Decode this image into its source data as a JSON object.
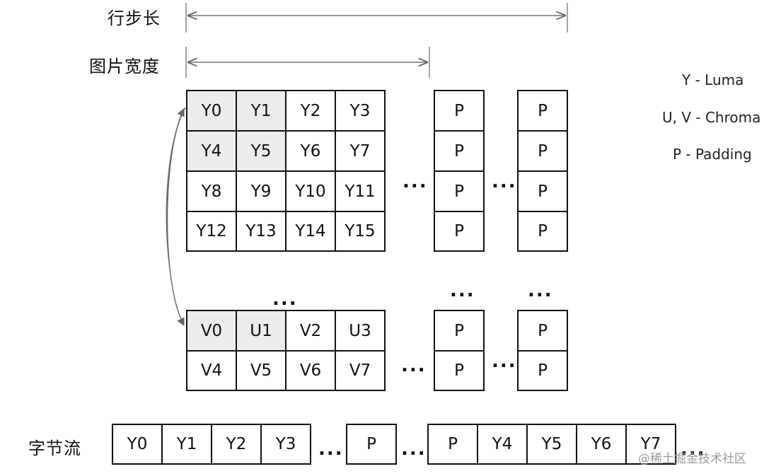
{
  "labels": {
    "row_stride": "行步长",
    "image_width": "图片宽度",
    "byte_stream": "字节流"
  },
  "legend": {
    "luma": "Y - Luma",
    "chroma": "U, V - Chroma",
    "padding": "P - Padding"
  },
  "y_plane": [
    [
      "Y0",
      "Y1",
      "Y2",
      "Y3"
    ],
    [
      "Y4",
      "Y5",
      "Y6",
      "Y7"
    ],
    [
      "Y8",
      "Y9",
      "Y10",
      "Y11"
    ],
    [
      "Y12",
      "Y13",
      "Y14",
      "Y15"
    ]
  ],
  "uv_plane": [
    [
      "V0",
      "U1",
      "V2",
      "U3"
    ],
    [
      "V4",
      "V5",
      "V6",
      "V7"
    ]
  ],
  "padding_label": "P",
  "ellipsis": "...",
  "stream": {
    "first": [
      "Y0",
      "Y1",
      "Y2",
      "Y3"
    ],
    "middle_padding": "P",
    "second_padding": "P",
    "second": [
      "Y4",
      "Y5",
      "Y6",
      "Y7"
    ]
  },
  "watermark": "@稀土掘金技术社区"
}
